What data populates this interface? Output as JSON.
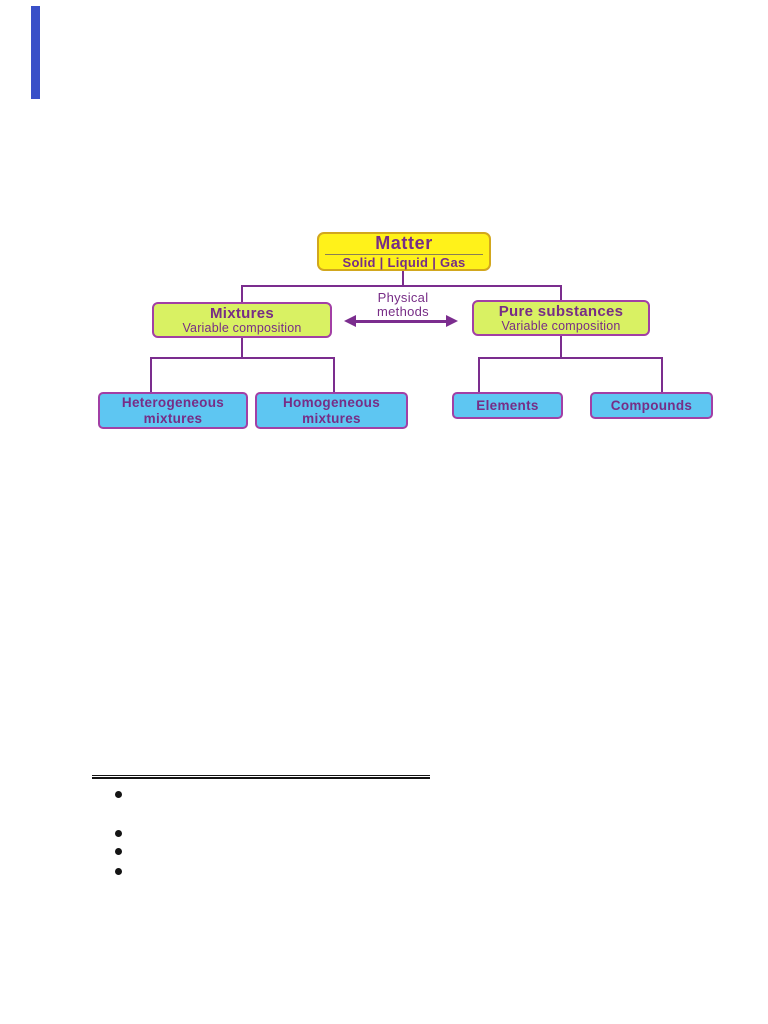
{
  "colors": {
    "matter_fill": "#fff21a",
    "matter_border": "#d2a71e",
    "green_fill": "#d9f163",
    "blue_fill": "#5ec6f2",
    "box_border_purple": "#a23fa5",
    "text_purple": "#772d86",
    "connector_purple": "#7b2d8e",
    "rule_black": "#141414",
    "artifact_blue": "#3950c8"
  },
  "diagram": {
    "matter": {
      "title": "Matter",
      "subtitle": "Solid | Liquid | Gas"
    },
    "physical_methods": {
      "line1": "Physical",
      "line2": "methods"
    },
    "mixtures": {
      "title": "Mixtures",
      "subtitle": "Variable composition"
    },
    "pure_substances": {
      "title": "Pure substances",
      "subtitle": "Variable composition"
    },
    "heterogeneous": {
      "line1": "Heterogeneous",
      "line2": "mixtures"
    },
    "homogeneous": {
      "line1": "Homogeneous",
      "line2": "mixtures"
    },
    "elements": {
      "label": "Elements"
    },
    "compounds": {
      "label": "Compounds"
    }
  },
  "notes_section": {
    "bullet_items": [
      "",
      "",
      "",
      ""
    ]
  }
}
